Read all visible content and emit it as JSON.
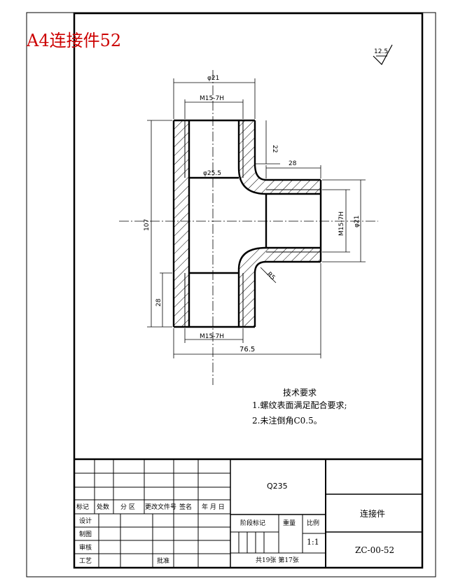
{
  "sheet": {
    "title": "A4连接件52",
    "title_color": "#cc0000"
  },
  "roughness": {
    "value": "12.5"
  },
  "dims": {
    "d21": "φ21",
    "thread_top": "M15-7H",
    "d22": "22",
    "d25_5": "φ25.5",
    "d28_right": "28",
    "d107": "107",
    "d28_left": "28",
    "thread_right": "M15-7H",
    "d21_right": "φ21",
    "r5": "R5",
    "thread_bottom": "M15-7H",
    "d76_5": "76.5"
  },
  "notes": {
    "heading": "技术要求",
    "items": [
      "1.螺纹表面满足配合要求;",
      "2.未注倒角C0.5。"
    ]
  },
  "title_block": {
    "material": "Q235",
    "part_name": "连接件",
    "drawing_no": "ZC-00-52",
    "scale_label": "比例",
    "scale_value": "1:1",
    "weight_label": "重量",
    "stage_label": "阶段标记",
    "sheets": "共19张 第17张",
    "rev_headers": [
      "标记",
      "处数",
      "分 区",
      "更改文件号",
      "签名",
      "年 月 日"
    ],
    "roles": [
      "设计",
      "制图",
      "审核",
      "工艺"
    ],
    "approve": "批准"
  }
}
